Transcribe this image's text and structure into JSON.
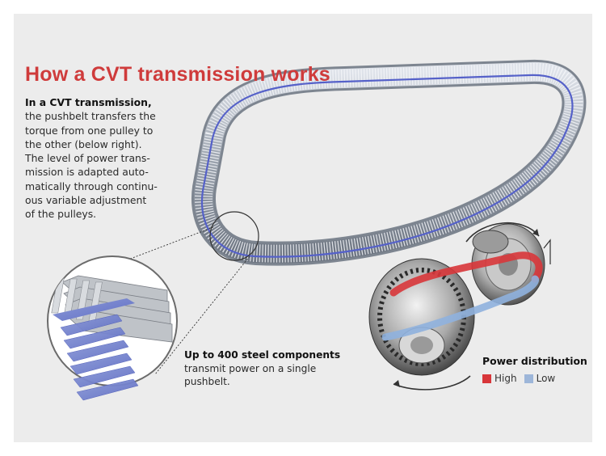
{
  "title": "How a CVT transmission works",
  "intro": {
    "lead": "In a CVT transmission,",
    "lines": [
      "the pushbelt transfers the",
      "torque from one pulley to",
      "the other (below right).",
      "The level of power trans-",
      "mission is adapted auto-",
      "matically through continu-",
      "ous variable adjustment",
      "of the pulleys."
    ]
  },
  "components": {
    "lead": "Up to 400 steel components",
    "lines": [
      "transmit power on a single",
      "pushbelt."
    ]
  },
  "power_distribution": {
    "title": "Power distribution",
    "items": [
      {
        "label": "High",
        "color": "#d8363a"
      },
      {
        "label": "Low",
        "color": "#9db6d9"
      }
    ]
  },
  "colors": {
    "title": "#cf3b3b",
    "belt_stripe": "#5561c9",
    "panel": "#ececec"
  }
}
